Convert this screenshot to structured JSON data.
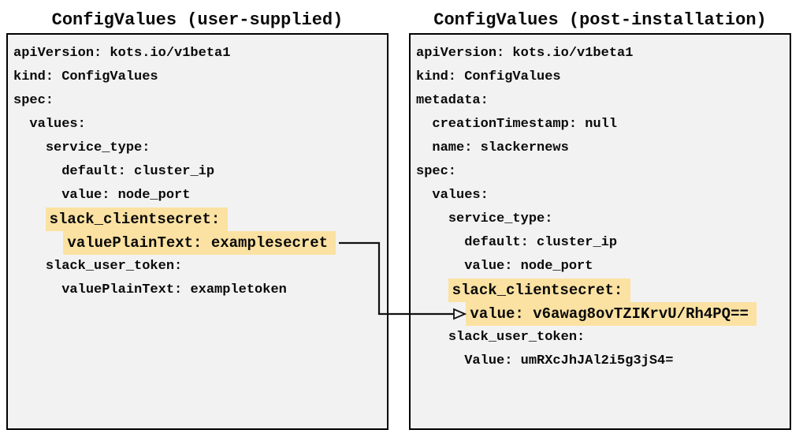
{
  "diagram": {
    "description": "Two ConfigValues YAML documents; arrow maps user-supplied plaintext secret to encrypted post-installation value"
  },
  "colors": {
    "box_background": "#f2f2f2",
    "box_border": "#000000",
    "highlight": "#fbe2a2",
    "text": "#0a0a0a",
    "arrow": "#111111"
  },
  "panels": [
    {
      "title": "ConfigValues (user-supplied)",
      "lines": [
        {
          "indent": 0,
          "text": "apiVersion: kots.io/v1beta1",
          "highlight": false
        },
        {
          "indent": 0,
          "text": "kind: ConfigValues",
          "highlight": false
        },
        {
          "indent": 0,
          "text": "spec:",
          "highlight": false
        },
        {
          "indent": 2,
          "text": "values:",
          "highlight": false
        },
        {
          "indent": 4,
          "text": "service_type:",
          "highlight": false
        },
        {
          "indent": 6,
          "text": "default: cluster_ip",
          "highlight": false
        },
        {
          "indent": 6,
          "text": "value: node_port",
          "highlight": false
        },
        {
          "indent": 4,
          "text": "slack_clientsecret:",
          "highlight": true
        },
        {
          "indent": 6,
          "text": "valuePlainText: examplesecret",
          "highlight": true
        },
        {
          "indent": 4,
          "text": "slack_user_token:",
          "highlight": false
        },
        {
          "indent": 6,
          "text": "valuePlainText: exampletoken",
          "highlight": false
        }
      ]
    },
    {
      "title": "ConfigValues (post-installation)",
      "lines": [
        {
          "indent": 0,
          "text": "apiVersion: kots.io/v1beta1",
          "highlight": false
        },
        {
          "indent": 0,
          "text": "kind: ConfigValues",
          "highlight": false
        },
        {
          "indent": 0,
          "text": "metadata:",
          "highlight": false
        },
        {
          "indent": 2,
          "text": "creationTimestamp: null",
          "highlight": false
        },
        {
          "indent": 2,
          "text": "name: slackernews",
          "highlight": false
        },
        {
          "indent": 0,
          "text": "spec:",
          "highlight": false
        },
        {
          "indent": 2,
          "text": "values:",
          "highlight": false
        },
        {
          "indent": 4,
          "text": "service_type:",
          "highlight": false
        },
        {
          "indent": 6,
          "text": "default: cluster_ip",
          "highlight": false
        },
        {
          "indent": 6,
          "text": "value: node_port",
          "highlight": false
        },
        {
          "indent": 4,
          "text": "slack_clientsecret:",
          "highlight": true
        },
        {
          "indent": 6,
          "text": "value: v6awag8ovTZIKrvU/Rh4PQ==",
          "highlight": true
        },
        {
          "indent": 4,
          "text": "slack_user_token:",
          "highlight": false
        },
        {
          "indent": 6,
          "text": "Value: umRXcJhJAl2i5g3jS4=",
          "highlight": false
        }
      ]
    }
  ],
  "arrow": {
    "from_text": "valuePlainText: examplesecret",
    "to_text": "value: v6awag8ovTZIKrvU/Rh4PQ=="
  }
}
